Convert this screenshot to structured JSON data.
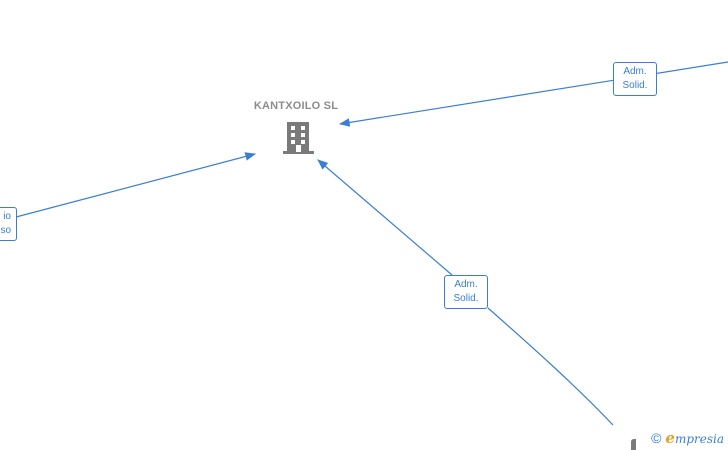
{
  "company": {
    "name": "KANTXOILO SL",
    "icon": "building-icon"
  },
  "edges": {
    "top_right": {
      "line1": "Adm.",
      "line2": "Solid."
    },
    "center": {
      "line1": "Adm.",
      "line2": "Solid."
    },
    "left": {
      "line1": "io",
      "line2": "so"
    }
  },
  "footer": {
    "copyright_symbol": "©",
    "brand_initial": "e",
    "brand_rest": "mpresia"
  },
  "colors": {
    "edge": "#3a7fd5",
    "company_icon": "#7a7a7a",
    "company_text": "#8c8c8c",
    "brand_accent": "#e8a020"
  }
}
